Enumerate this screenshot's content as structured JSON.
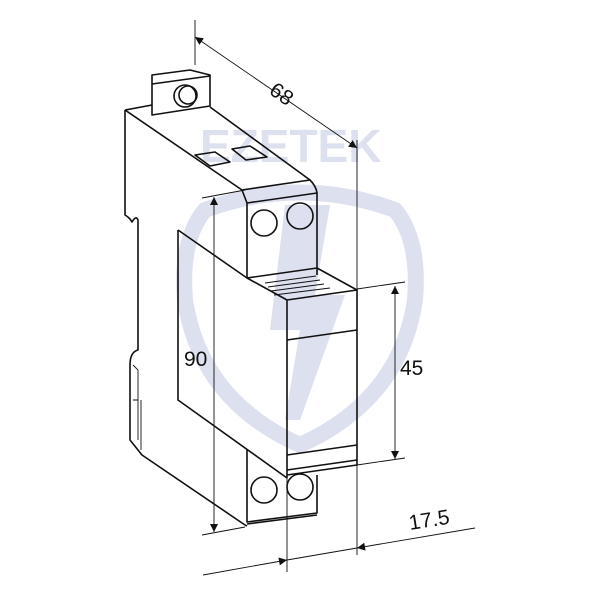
{
  "watermark": {
    "text": "EZETEK",
    "color": "#dde0ee"
  },
  "dimensions": {
    "depth": "68",
    "height": "90",
    "front_height": "45",
    "width": "17.5"
  }
}
